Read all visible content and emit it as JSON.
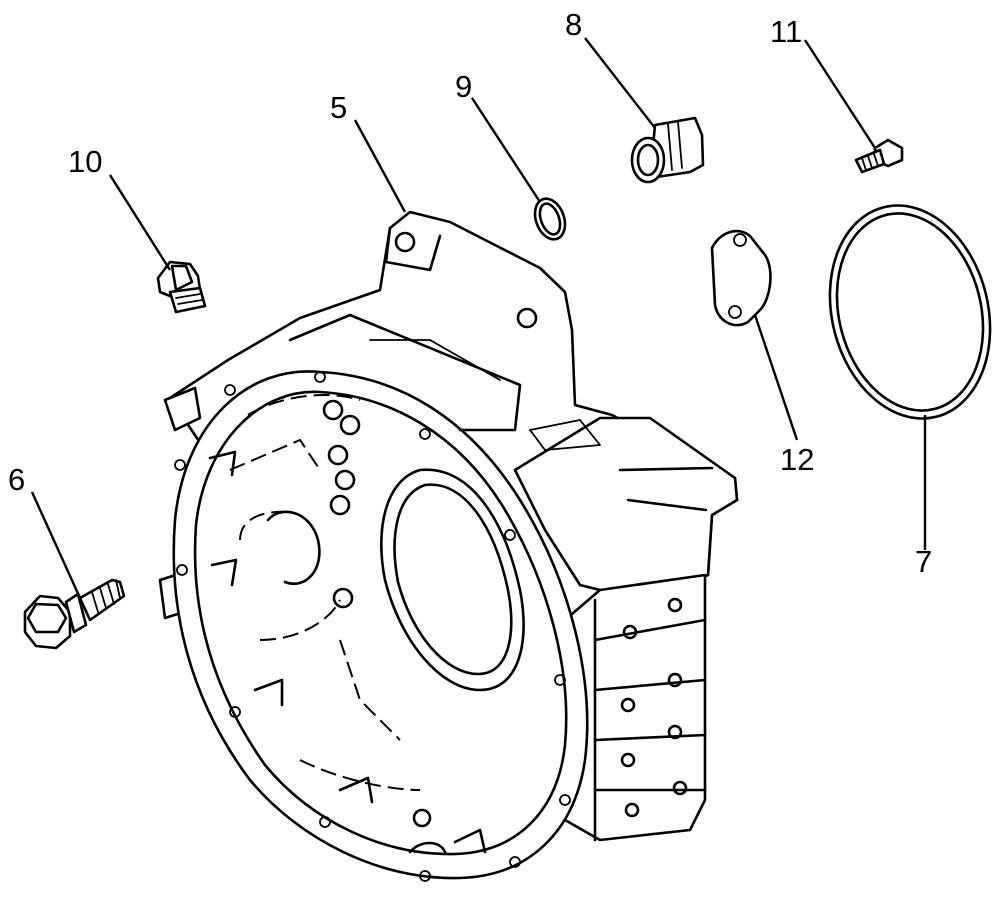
{
  "callouts": {
    "c5": "5",
    "c6": "6",
    "c7": "7",
    "c8": "8",
    "c9": "9",
    "c10": "10",
    "c11": "11",
    "c12": "12"
  }
}
